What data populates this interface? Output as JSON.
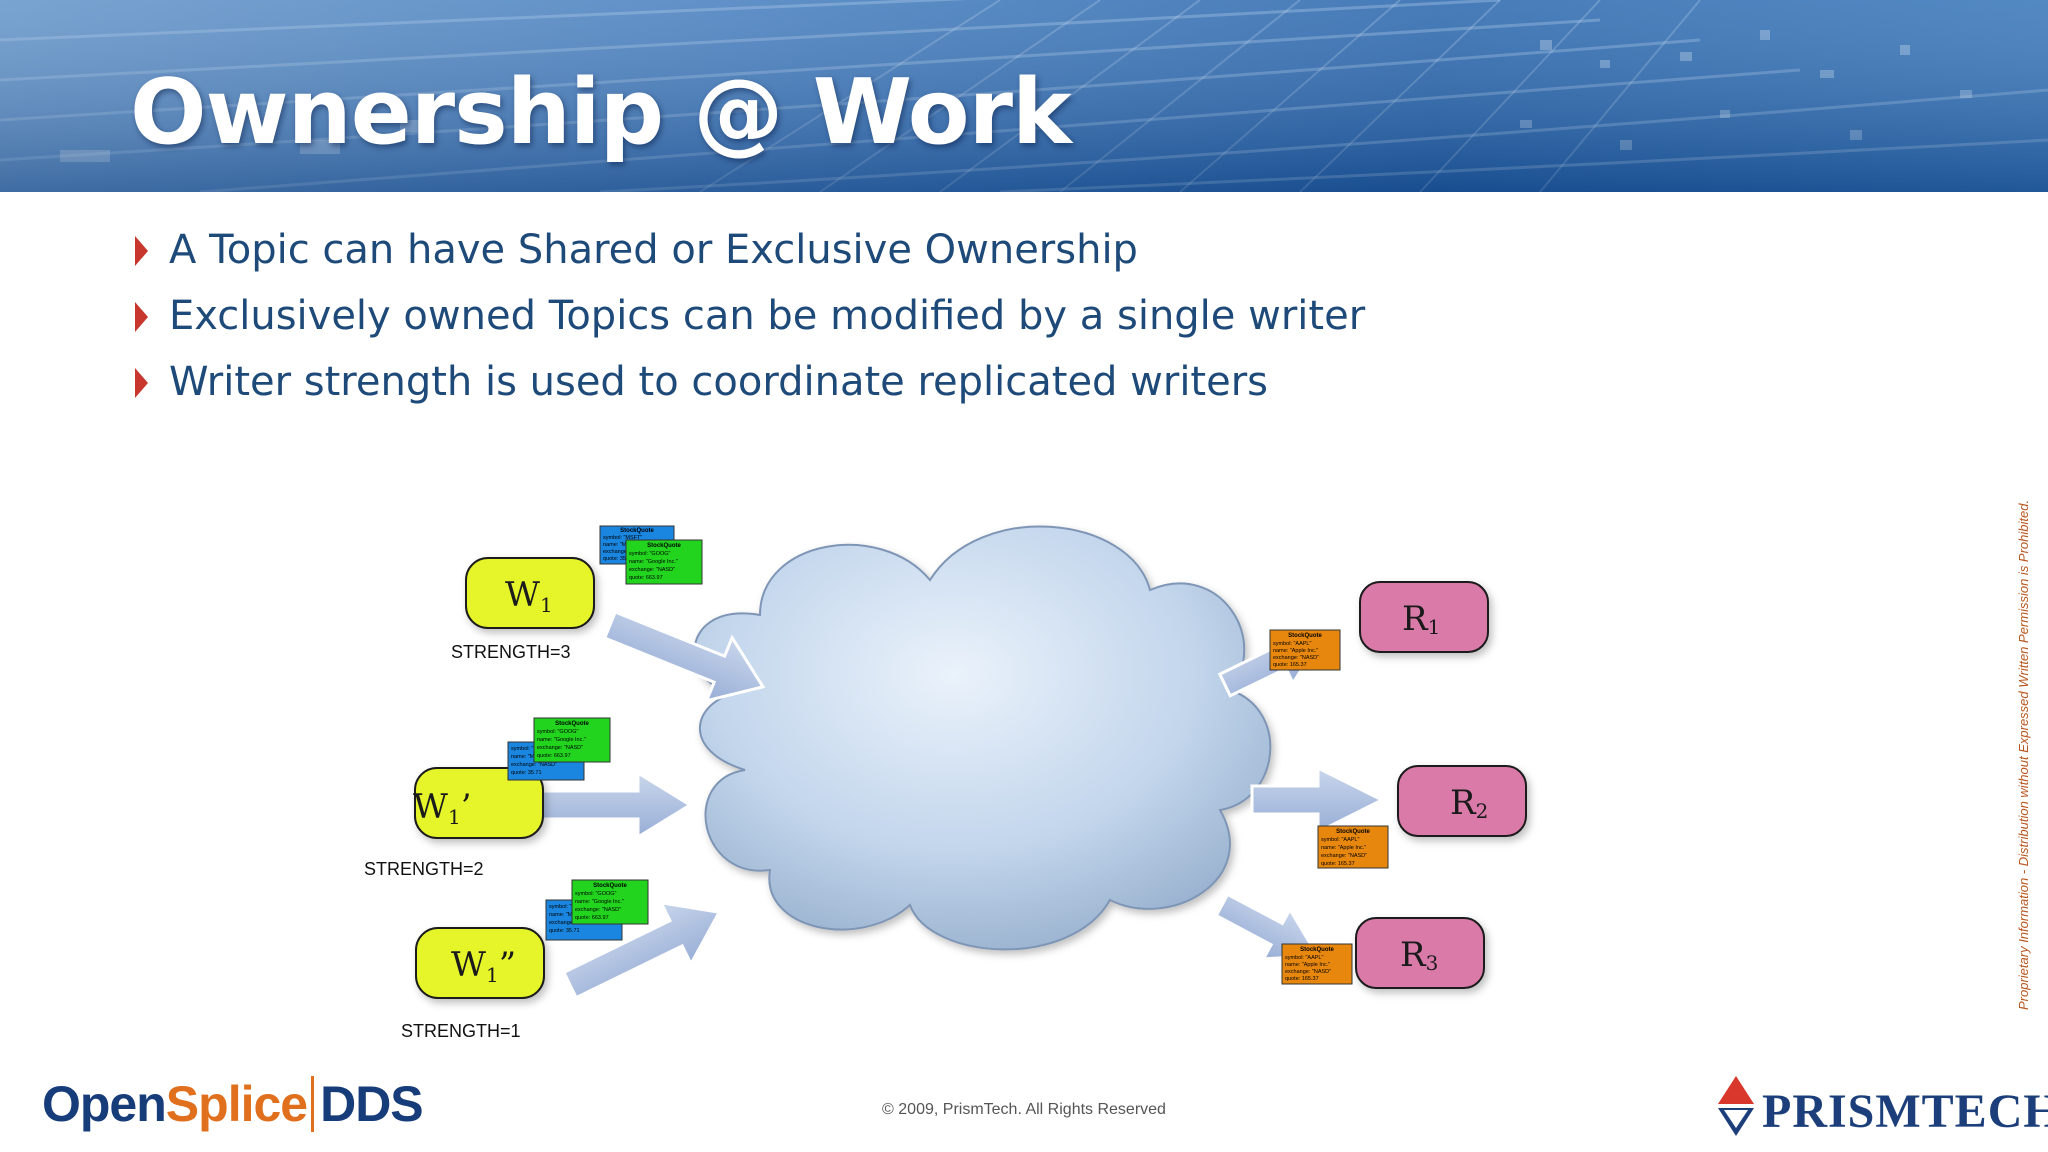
{
  "slide": {
    "title": "Ownership @ Work",
    "bullets": [
      "A Topic can have Shared or Exclusive Ownership",
      "Exclusively owned Topics can be modified by a single writer",
      "Writer strength is used to coordinate replicated writers"
    ]
  },
  "diagram": {
    "writers": [
      {
        "label": "W",
        "sub": "1",
        "mark": "",
        "strength": "STRENGTH=3"
      },
      {
        "label": "W",
        "sub": "1",
        "mark": "’",
        "strength": "STRENGTH=2"
      },
      {
        "label": "W",
        "sub": "1",
        "mark": "”",
        "strength": "STRENGTH=1"
      }
    ],
    "readers": [
      {
        "label": "R",
        "sub": "1"
      },
      {
        "label": "R",
        "sub": "2"
      },
      {
        "label": "R",
        "sub": "3"
      }
    ],
    "card_title": "StockQuote",
    "quote_goog": [
      "symbol: \"GOOG\"",
      "name: \"Google Inc.\"",
      "exchange: \"NASD\"",
      "quote: 663.97"
    ],
    "quote_aapl": [
      "symbol: \"AAPL\"",
      "name: \"Apple Inc.\"",
      "exchange: \"NASD\"",
      "quote: 165.37"
    ],
    "quote_msft": [
      "symbol: \"MSFT\"",
      "name: \"Microsoft\"",
      "exchange: \"NASD\"",
      "quote: 35.71"
    ]
  },
  "footer": {
    "logo_open": "Open",
    "logo_splice": "Splice",
    "logo_dds": "DDS",
    "copyright": "© 2009, PrismTech. All Rights Reserved",
    "company": "PRISMTECH",
    "side_note": "Proprietary Information - Distribution without Expressed Written Permission is Prohibited."
  },
  "colors": {
    "writer_fill": "#e6f52a",
    "reader_fill": "#d97aa8",
    "goog_card": "#22d41e",
    "msft_card": "#1a86e0",
    "aapl_card": "#e8870e",
    "bullet_arrow": "#c8372d",
    "text_blue": "#1e4a7a"
  }
}
